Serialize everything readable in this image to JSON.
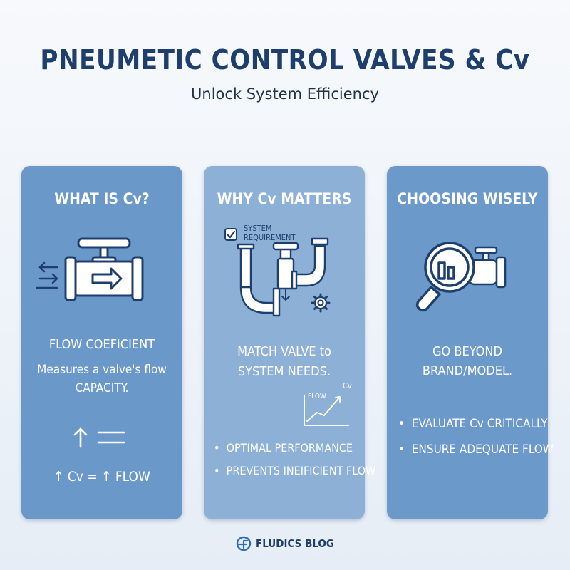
{
  "header": {
    "title": "PNEUMETIC CONTROL VALVES & Cv",
    "subtitle": "Unlock System Efficiency"
  },
  "cards": [
    {
      "title": "WHAT IS Cv?",
      "heading": "FLOW COEFICIENT",
      "body_line1": "Measures a valve's flow",
      "body_line2": "CAPACITY.",
      "equation": "↑ Cv = ↑ FLOW",
      "icons": [
        "valve-icon",
        "flow-arrows-icon",
        "up-arrow-icon",
        "equals-icon"
      ]
    },
    {
      "title": "WHY Cv MATTERS",
      "checkbox_label_line1": "SYSTEM",
      "checkbox_label_line2": "REQUIREMENT",
      "heading_line1": "MATCH VALVE to",
      "heading_line2": "SYSTEM NEEDS.",
      "chart_label_flow": "FLOW",
      "chart_label_cv": "Cv",
      "bullets": [
        "OPTIMAL PERFORMANCE",
        "PREVENTS INEIFICIENT FLOW"
      ],
      "icons": [
        "checkbox-icon",
        "pipe-valve-icon",
        "gear-icon",
        "flow-chart-icon"
      ]
    },
    {
      "title": "CHOOSING WISELY",
      "heading_line1": "GO BEYOND",
      "heading_line2": "BRAND/MODEL.",
      "bullets": [
        "EVALUATE Cv CRITICALLY",
        "ENSURE ADEQUATE FLOW"
      ],
      "icons": [
        "magnifier-icon",
        "valve-icon"
      ]
    }
  ],
  "footer": {
    "brand": "FLUDICS BLOG"
  },
  "colors": {
    "title": "#1e3f6e",
    "card_dark": "#6a98c9",
    "card_light": "#8db0d7",
    "icon_stroke": "#1e3f6e"
  }
}
